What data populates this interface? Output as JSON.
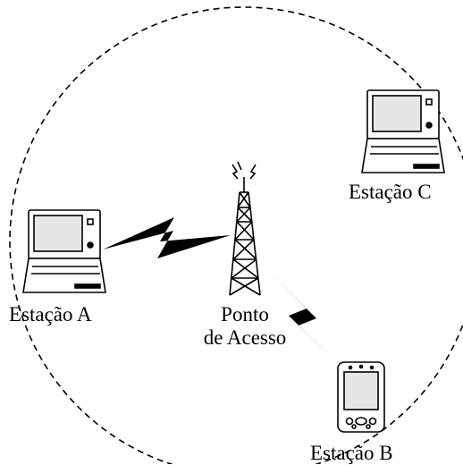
{
  "diagram": {
    "station_a_label": "Estação A",
    "station_b_label": "Estação B",
    "station_c_label": "Estação C",
    "access_point_label_line1": "Ponto",
    "access_point_label_line2": "de Acesso"
  },
  "icons": {
    "laptop": "laptop-icon",
    "pda": "pda-icon",
    "tower": "antenna-tower-icon",
    "wireless_link": "lightning-bolt-icon"
  },
  "colors": {
    "stroke": "#000000",
    "screen": "#e6e6e6",
    "background": "#ffffff"
  }
}
